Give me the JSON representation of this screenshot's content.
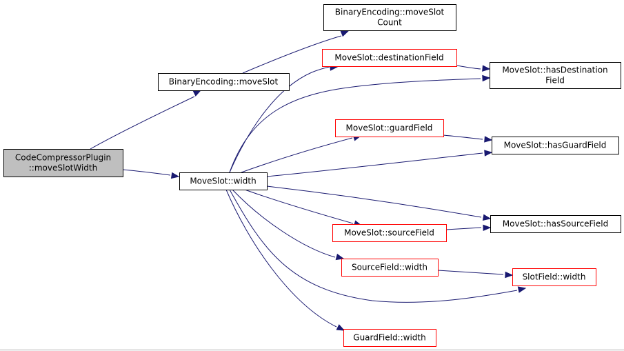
{
  "graph": {
    "colors": {
      "edge": "#191970",
      "root_fill": "#bfbfbf",
      "node_fill": "#ffffff",
      "border_black": "#000000",
      "border_red": "#ff0000"
    },
    "nodes": [
      {
        "id": "root",
        "lines": [
          "CodeCompressorPlugin",
          "::moveSlotWidth"
        ],
        "style": "root"
      },
      {
        "id": "be_moveslot",
        "lines": [
          "BinaryEncoding::moveSlot"
        ],
        "style": "black"
      },
      {
        "id": "be_moveslotcount",
        "lines": [
          "BinaryEncoding::moveSlot",
          "Count"
        ],
        "style": "black"
      },
      {
        "id": "ms_width",
        "lines": [
          "MoveSlot::width"
        ],
        "style": "black"
      },
      {
        "id": "ms_destfield",
        "lines": [
          "MoveSlot::destinationField"
        ],
        "style": "red"
      },
      {
        "id": "ms_hasdest",
        "lines": [
          "MoveSlot::hasDestination",
          "Field"
        ],
        "style": "black"
      },
      {
        "id": "ms_guardfield",
        "lines": [
          "MoveSlot::guardField"
        ],
        "style": "red"
      },
      {
        "id": "ms_hasguard",
        "lines": [
          "MoveSlot::hasGuardField"
        ],
        "style": "black"
      },
      {
        "id": "ms_sourcefield",
        "lines": [
          "MoveSlot::sourceField"
        ],
        "style": "red"
      },
      {
        "id": "ms_hassource",
        "lines": [
          "MoveSlot::hasSourceField"
        ],
        "style": "black"
      },
      {
        "id": "sf_width",
        "lines": [
          "SourceField::width"
        ],
        "style": "red"
      },
      {
        "id": "slotf_width",
        "lines": [
          "SlotField::width"
        ],
        "style": "red"
      },
      {
        "id": "gf_width",
        "lines": [
          "GuardField::width"
        ],
        "style": "red"
      }
    ],
    "edges": [
      {
        "from": "root",
        "to": "be_moveslot"
      },
      {
        "from": "root",
        "to": "ms_width"
      },
      {
        "from": "be_moveslot",
        "to": "be_moveslotcount"
      },
      {
        "from": "ms_width",
        "to": "ms_destfield"
      },
      {
        "from": "ms_width",
        "to": "ms_hasdest"
      },
      {
        "from": "ms_width",
        "to": "ms_guardfield"
      },
      {
        "from": "ms_width",
        "to": "ms_hasguard"
      },
      {
        "from": "ms_width",
        "to": "ms_hassource"
      },
      {
        "from": "ms_width",
        "to": "ms_sourcefield"
      },
      {
        "from": "ms_width",
        "to": "sf_width"
      },
      {
        "from": "ms_width",
        "to": "slotf_width"
      },
      {
        "from": "ms_width",
        "to": "gf_width"
      },
      {
        "from": "ms_destfield",
        "to": "ms_hasdest"
      },
      {
        "from": "ms_guardfield",
        "to": "ms_hasguard"
      },
      {
        "from": "ms_sourcefield",
        "to": "ms_hassource"
      },
      {
        "from": "sf_width",
        "to": "slotf_width"
      }
    ]
  }
}
